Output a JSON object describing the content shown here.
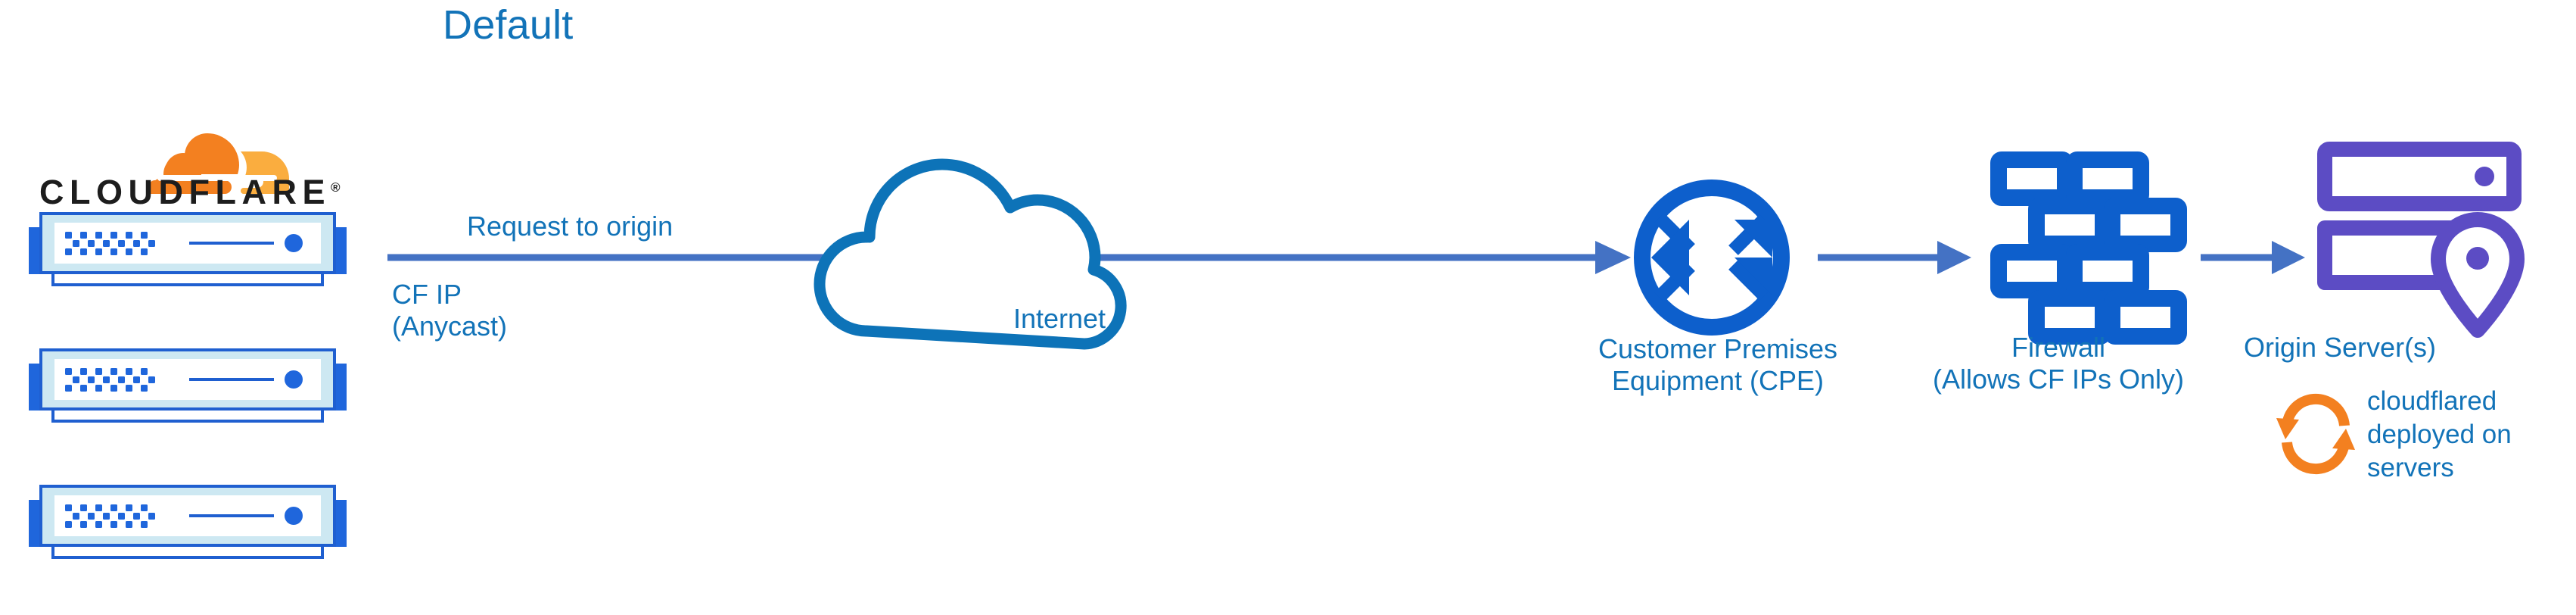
{
  "diagram": {
    "title": "Default",
    "type": "network-architecture"
  },
  "brand": {
    "wordmark": "CLOUDFLARE",
    "registered_mark": "®",
    "logo_icon": "cloudflare-cloud-logo",
    "orange_primary": "#F38020",
    "orange_secondary": "#FAAD3F",
    "wordmark_color": "#1d1d1d"
  },
  "colors": {
    "title_blue": "#1273B8",
    "label_blue": "#1273B8",
    "icon_blue": "#0D5FCC",
    "cloud_blue": "#0D73B8",
    "arrow_blue": "#4472C4",
    "server_body": "#CDE8F2",
    "server_border": "#1F5FD0",
    "origin_purple": "#5C4CC4",
    "cloudflared_orange": "#F38020"
  },
  "nodes": [
    {
      "id": "cloudflare-edge",
      "icon": "server-rack-icon",
      "count": 3,
      "label": "",
      "sub_label": "CF IP\n(Anycast)"
    },
    {
      "id": "internet",
      "icon": "cloud-icon",
      "label": "Internet"
    },
    {
      "id": "cpe",
      "icon": "router-four-arrows-icon",
      "label": "Customer Premises\nEquipment (CPE)"
    },
    {
      "id": "firewall",
      "icon": "brick-wall-icon",
      "label": "Firewall\n(Allows CF IPs Only)"
    },
    {
      "id": "origin",
      "icon": "server-location-pin-icon",
      "label": "Origin Server(s)",
      "annotation_icon": "sync-circular-arrows-icon",
      "annotation": "cloudflared\ndeployed on\nservers"
    }
  ],
  "connections": [
    {
      "id": "edge-to-cpe",
      "label": "Request to origin",
      "from": "cloudflare-edge",
      "to": "cpe"
    },
    {
      "id": "cpe-to-firewall",
      "label": "",
      "from": "cpe",
      "to": "firewall"
    },
    {
      "id": "firewall-to-origin",
      "label": "",
      "from": "firewall",
      "to": "origin"
    }
  ]
}
